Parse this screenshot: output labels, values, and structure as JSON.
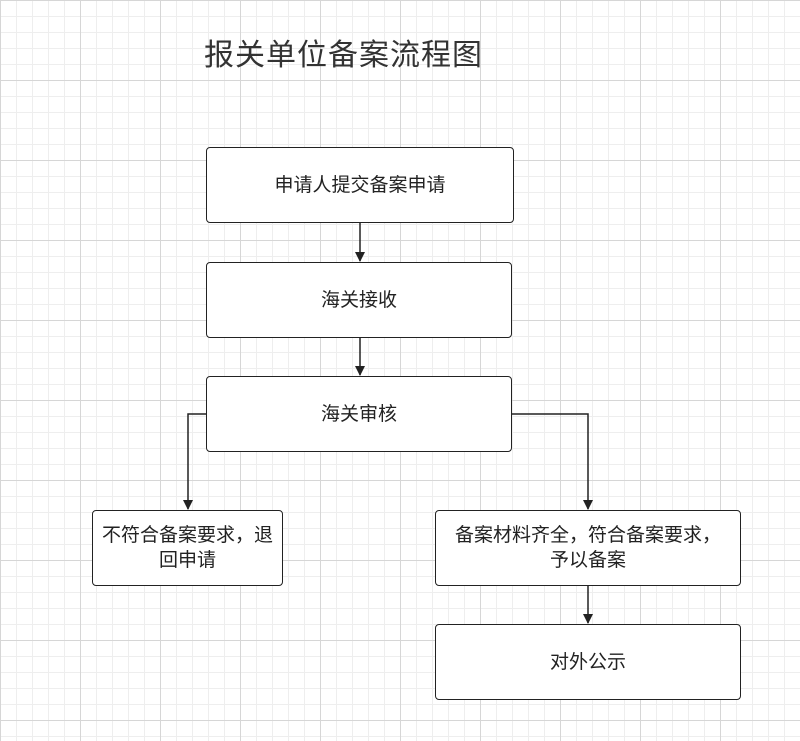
{
  "title": "报关单位备案流程图",
  "nodes": {
    "submit": "申请人提交备案申请",
    "receive": "海关接收",
    "review": "海关审核",
    "reject": "不符合备案要求，退回申请",
    "approve": "备案材料齐全，符合备案要求，予以备案",
    "publicize": "对外公示"
  },
  "colors": {
    "stroke": "#222222",
    "node_fill": "#ffffff",
    "grid_major": "#d6d6d6",
    "grid_minor": "#eeeeee"
  }
}
